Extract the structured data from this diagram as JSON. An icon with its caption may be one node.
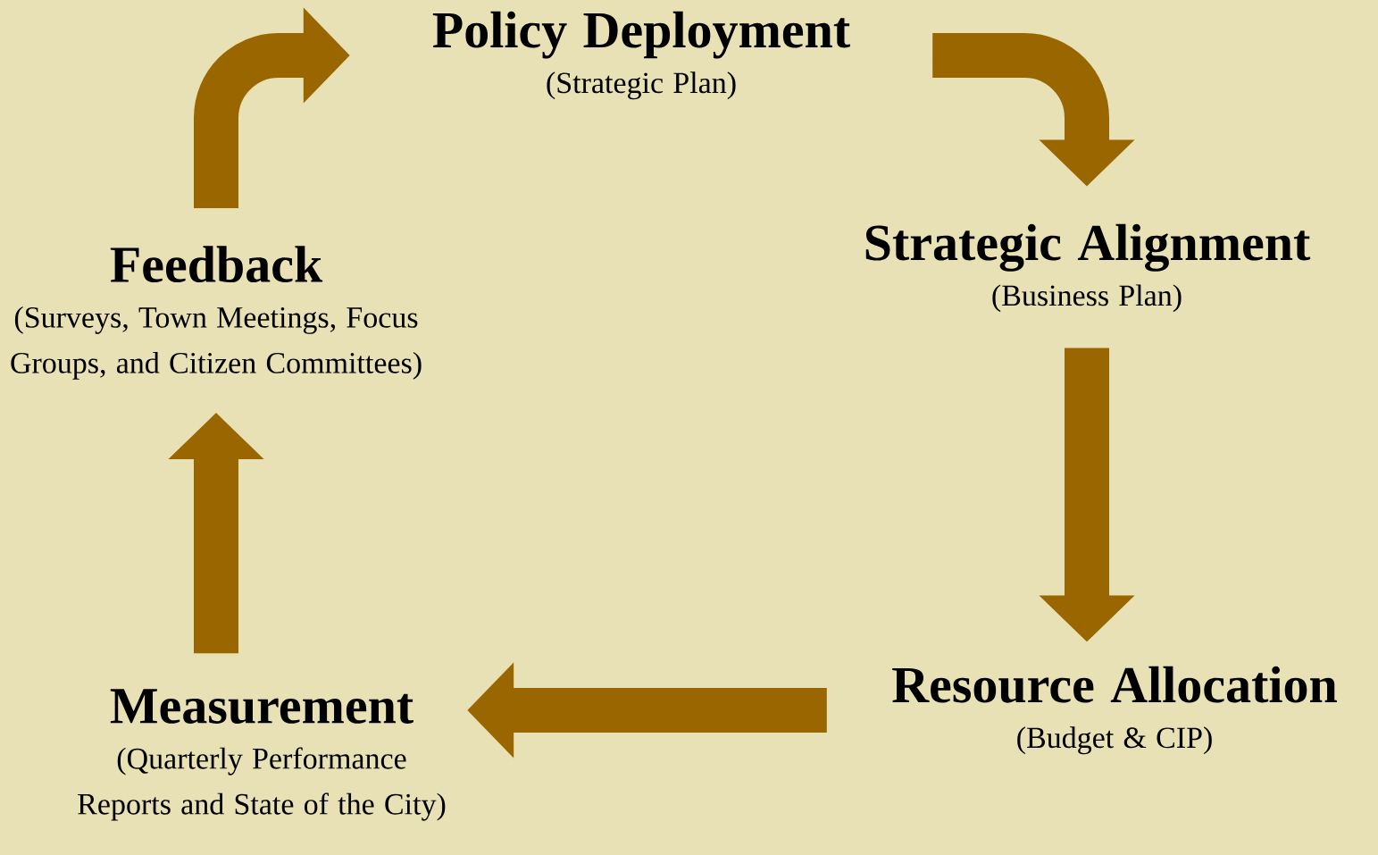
{
  "diagram": {
    "nodes": [
      {
        "text": [
          "Policy Deployment",
          "(Strategic Plan)"
        ]
      },
      {
        "text": [
          "Strategic Alignment",
          "(Business Plan)"
        ]
      },
      {
        "text": [
          "Resource Allocation",
          "(Budget & CIP)"
        ]
      },
      {
        "text": [
          "Measurement",
          "(Quarterly Performance Reports and State of the City)"
        ]
      },
      {
        "text": [
          "Feedback",
          "(Surveys, Town Meetings, Focus Groups, and Citizen Committees)"
        ]
      }
    ],
    "edges": [
      {
        "from": 0,
        "to": 1,
        "arrow": "to"
      },
      {
        "from": 1,
        "to": 2,
        "arrow": "to"
      },
      {
        "from": 2,
        "to": 3,
        "arrow": "to"
      },
      {
        "from": 3,
        "to": 4,
        "arrow": "to"
      },
      {
        "from": 4,
        "to": 0,
        "arrow": "to"
      }
    ]
  }
}
